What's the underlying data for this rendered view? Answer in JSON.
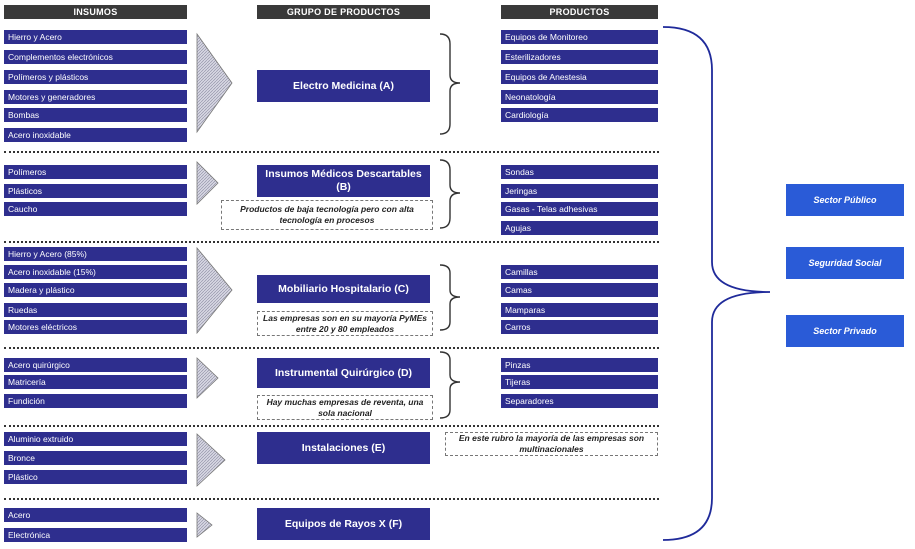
{
  "headers": {
    "insumos": "INSUMOS",
    "grupo": "GRUPO DE PRODUCTOS",
    "productos": "PRODUCTOS"
  },
  "groups": [
    {
      "insumos": [
        "Hierro y Acero",
        "Complementos electrónicos",
        "Polímeros y plásticos",
        "Motores y generadores",
        "Bombas",
        "Acero inoxidable"
      ],
      "name": "Electro Medicina (A)",
      "note": "",
      "productos": [
        "Equipos de Monitoreo",
        "Esterilizadores",
        "Equipos de Anestesia",
        "Neonatología",
        "Cardiología"
      ]
    },
    {
      "insumos": [
        "Polímeros",
        "Plásticos",
        "Caucho"
      ],
      "name": "Insumos Médicos Descartables (B)",
      "note": "Productos de baja tecnología pero con alta tecnología en procesos",
      "productos": [
        "Sondas",
        "Jeringas",
        "Gasas - Telas adhesivas",
        "Agujas"
      ]
    },
    {
      "insumos": [
        "Hierro y Acero (85%)",
        "Acero inoxidable (15%)",
        "Madera y plástico",
        "Ruedas",
        "Motores eléctricos"
      ],
      "name": "Mobiliario Hospitalario (C)",
      "note": "Las empresas son en su mayoría PyMEs entre 20 y 80 empleados",
      "productos": [
        "Camillas",
        "Camas",
        "Mamparas",
        "Carros"
      ]
    },
    {
      "insumos": [
        "Acero quirúrgico",
        "Matricería",
        "Fundición"
      ],
      "name": "Instrumental Quirúrgico (D)",
      "note": "Hay muchas empresas de reventa, una sola nacional",
      "productos": [
        "Pinzas",
        "Tijeras",
        "Separadores"
      ]
    },
    {
      "insumos": [
        "Aluminio extruido",
        "Bronce",
        "Plástico"
      ],
      "name": "Instalaciones (E)",
      "note": "En este rubro la mayoría de las empresas son multinacionales",
      "productos": []
    },
    {
      "insumos": [
        "Acero",
        "Electrónica"
      ],
      "name": "Equipos de Rayos X (F)",
      "note": "",
      "productos": []
    }
  ],
  "sectores": [
    "Sector Público",
    "Seguridad Social",
    "Sector Privado"
  ],
  "colors": {
    "box": "#2e2e8e",
    "sector": "#2a5bd7",
    "header": "#3a3a3a",
    "arrow": "#c9c9d6"
  }
}
